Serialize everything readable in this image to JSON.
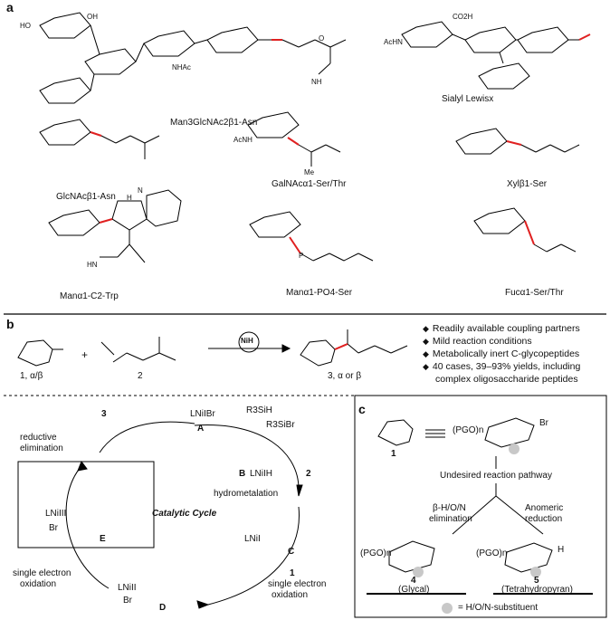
{
  "panel_a": {
    "letter": "a",
    "structures": [
      {
        "label": "Man3GlcNAc2β1-Asn"
      },
      {
        "label": "Sialyl Lewisx"
      },
      {
        "label": "GlcNAcβ1-Asn"
      },
      {
        "label": "GalNAcα1-Ser/Thr"
      },
      {
        "label": "Xylβ1-Ser"
      },
      {
        "label": "Manα1-C2-Trp"
      },
      {
        "label": "Manα1-PO4-Ser"
      },
      {
        "label": "Fucα1-Ser/Thr"
      }
    ],
    "atom_labels": [
      "HO",
      "OH",
      "O",
      "NH",
      "NHAc",
      "AcHN",
      "AcNH",
      "CO2H",
      "H",
      "N",
      "HN",
      "P",
      "Me"
    ]
  },
  "panel_b": {
    "letter": "b",
    "reagent1": "1, α/β",
    "reagent2": "2",
    "product": "3, α or β",
    "catalyst": "NiH",
    "bullets": [
      "Readily available coupling partners",
      "Mild reaction conditions",
      "Metabolically inert C-glycopeptides",
      "40 cases, 39–93% yields, including",
      "complex oligosaccharide peptides"
    ],
    "cycle": {
      "title": "Catalytic Cycle",
      "A": "LNiIBr",
      "A_letter": "A",
      "silane": "R3SiH",
      "silyl_bromide": "R3SiBr",
      "B": "LNiIH",
      "B_letter": "B",
      "step_hydrometalation": "hydrometalation",
      "C_letter": "C",
      "C_metal": "LNiI",
      "step_single_electron_1": "single electron",
      "step_single_electron_1b": "oxidation",
      "D_letter": "D",
      "D_metal": "LNiII",
      "D_br": "Br",
      "step_single_electron_2": "single electron",
      "step_single_electron_2b": "oxidation",
      "E_letter": "E",
      "E_metal": "LNiIII",
      "E_br": "Br",
      "step_reductive": "reductive",
      "step_reductive_b": "elimination",
      "product_num": "3",
      "sub_1": "1",
      "sub_2": "2"
    }
  },
  "panel_c": {
    "letter": "c",
    "compound_1": "1",
    "pgo": "(PGO)n",
    "br": "Br",
    "undesired": "Undesired reaction pathway",
    "branch_left_1": "β-H/O/N",
    "branch_left_2": "elimination",
    "branch_right_1": "Anomeric",
    "branch_right_2": "reduction",
    "cmpd_4_num": "4",
    "cmpd_4_name": "(Glycal)",
    "cmpd_5_num": "5",
    "cmpd_5_name": "(Tetrahydropyran)",
    "legend": "= H/O/N-substituent",
    "h_label": "H"
  }
}
